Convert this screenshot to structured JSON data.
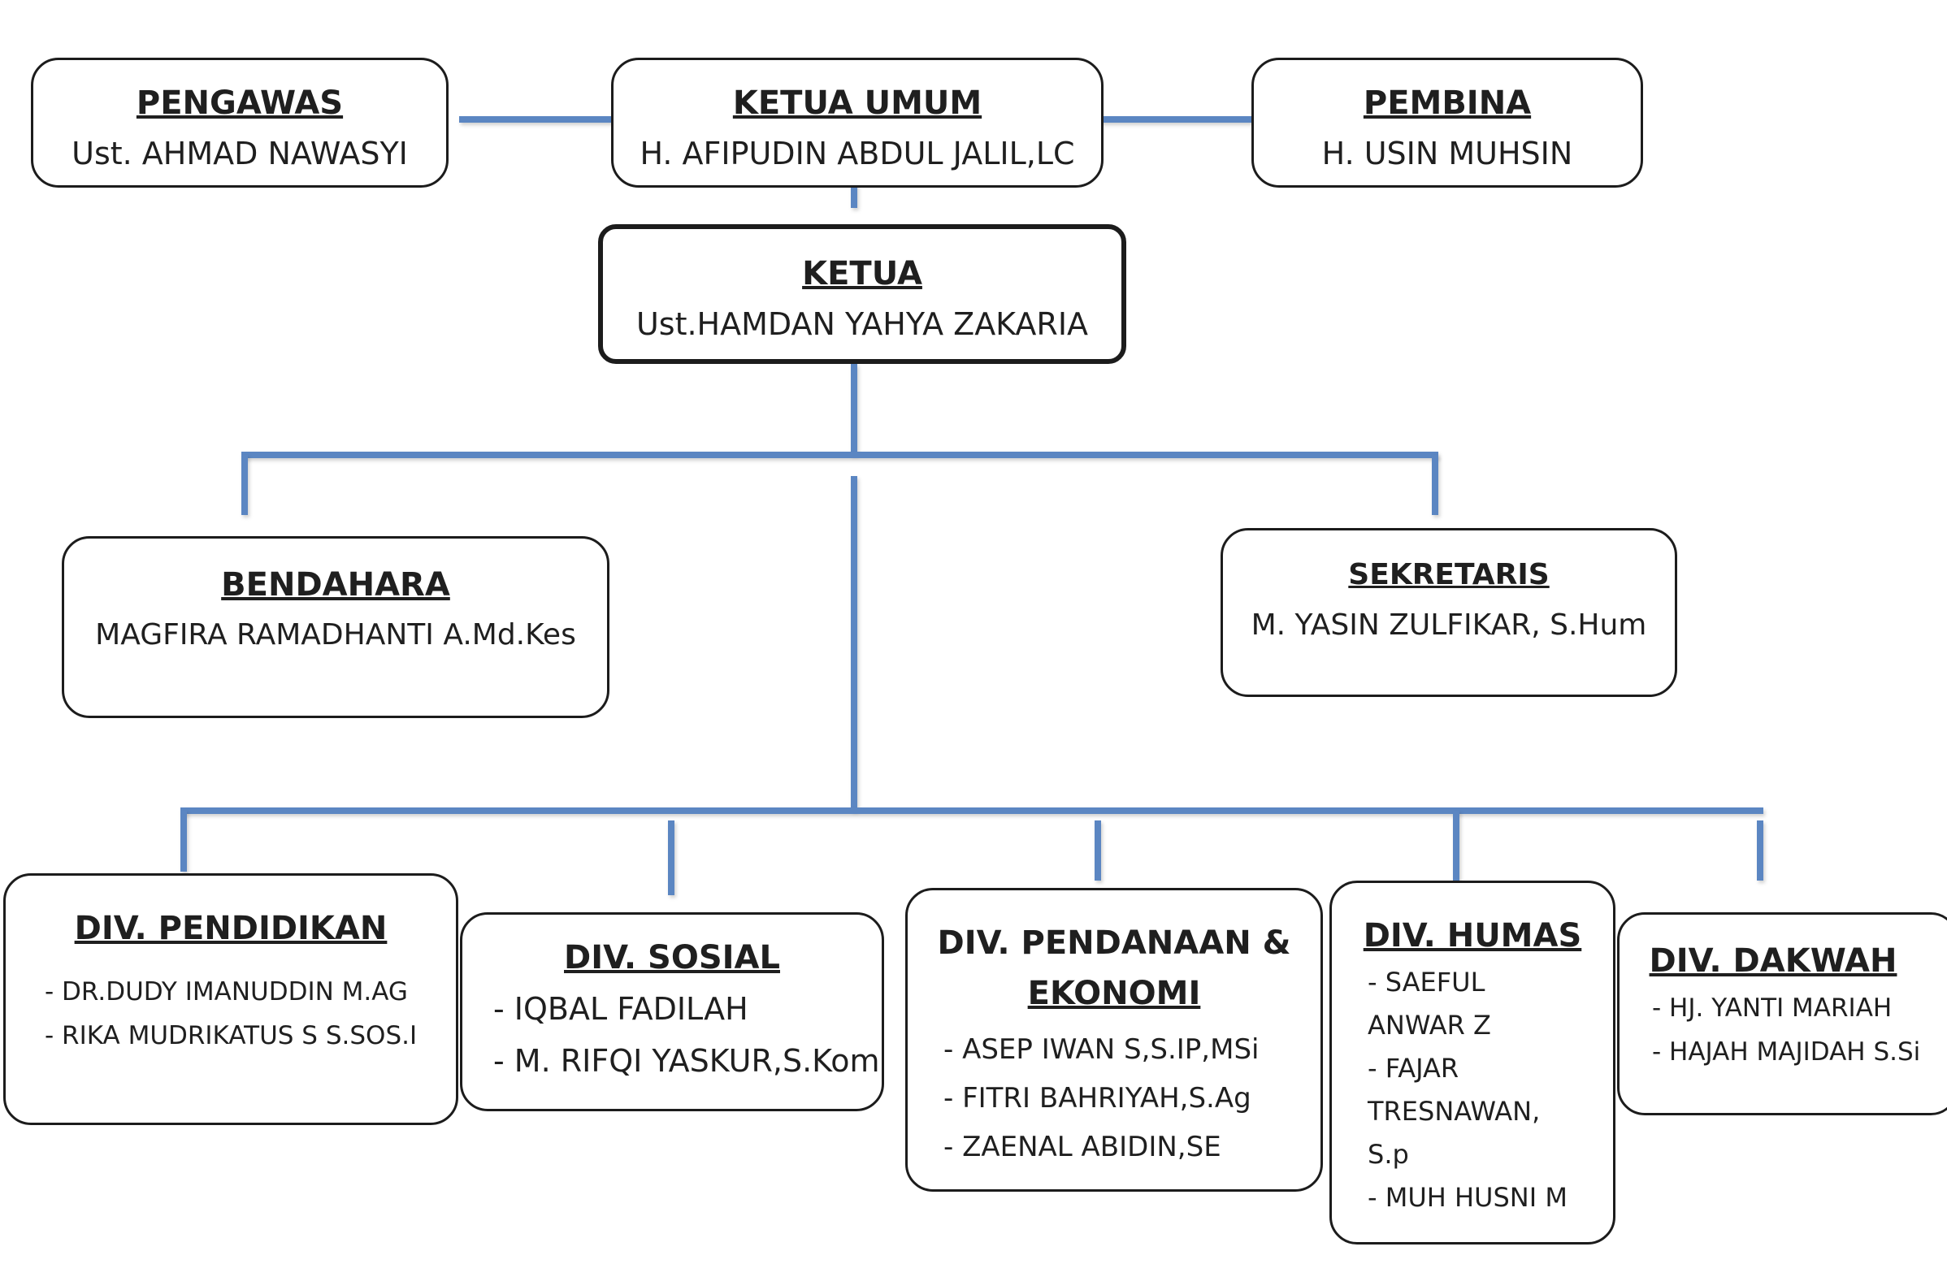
{
  "top": {
    "pengawas": {
      "title": "PENGAWAS",
      "name": "Ust. AHMAD NAWASYI"
    },
    "ketua_umum": {
      "title": "KETUA UMUM",
      "name": "H. AFIPUDIN ABDUL JALIL,LC"
    },
    "pembina": {
      "title": "PEMBINA",
      "name": "H. USIN MUHSIN"
    }
  },
  "ketua": {
    "title": "KETUA",
    "name": "Ust.HAMDAN YAHYA ZAKARIA"
  },
  "bendahara": {
    "title": "BENDAHARA",
    "name": "MAGFIRA RAMADHANTI A.Md.Kes"
  },
  "sekretaris": {
    "title": "SEKRETARIS",
    "name": "M. YASIN ZULFIKAR, S.Hum"
  },
  "divisions": {
    "pendidikan": {
      "title": "DIV. PENDIDIKAN",
      "members": [
        "- DR.DUDY IMANUDDIN M.AG",
        "- RIKA MUDRIKATUS S S.SOS.I"
      ]
    },
    "sosial": {
      "title": "DIV. SOSIAL",
      "members": [
        "- IQBAL FADILAH",
        "- M. RIFQI YASKUR,S.Kom"
      ]
    },
    "pendanaan": {
      "title_line1": "DIV. PENDANAAN &",
      "title_line2": "EKONOMI",
      "members": [
        "-  ASEP IWAN S,S.IP,MSi",
        "- FITRI BAHRIYAH,S.Ag",
        "- ZAENAL ABIDIN,SE"
      ]
    },
    "humas": {
      "title": "DIV. HUMAS",
      "members": [
        "- SAEFUL ANWAR Z",
        "- FAJAR TRESNAWAN, S.p",
        "- MUH HUSNI M"
      ]
    },
    "dakwah": {
      "title": "DIV. DAKWAH",
      "members": [
        "- HJ. YANTI MARIAH",
        "- HAJAH MAJIDAH S.Si"
      ]
    }
  },
  "colors": {
    "connector": "#5b86c2",
    "border": "#1c1c1c",
    "text": "#1f1f1f"
  }
}
